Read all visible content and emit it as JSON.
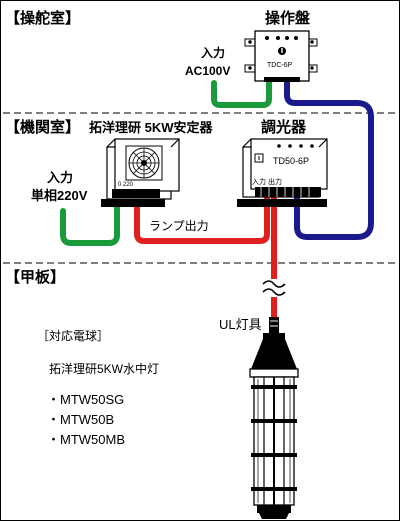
{
  "zones": {
    "bridge": "【操舵室】",
    "engine_room": "【機関室】",
    "deck": "【甲板】"
  },
  "control_panel": {
    "title": "操作盤",
    "model": "TDC-6P"
  },
  "input_ac100": {
    "line1": "入力",
    "line2": "AC100V"
  },
  "stabilizer": {
    "title": "拓洋理研 5KW安定器",
    "panel_label": "0 220"
  },
  "dimmer": {
    "title": "調光器",
    "model": "TD50-6P",
    "terminal_label": "入力 出力"
  },
  "input_220": {
    "line1": "入力",
    "line2": "単相220V"
  },
  "lamp_output": "ランプ出力",
  "ul_fixture": "UL灯具",
  "compatible": {
    "heading": "［対応電球］",
    "product": "拓洋理研5KW水中灯",
    "models": [
      "・MTW50SG",
      "・MTW50B",
      "・MTW50MB"
    ]
  },
  "colors": {
    "power_input": "#1a9a3a",
    "lamp_output": "#e01f1f",
    "control": "#1a1a8c"
  }
}
